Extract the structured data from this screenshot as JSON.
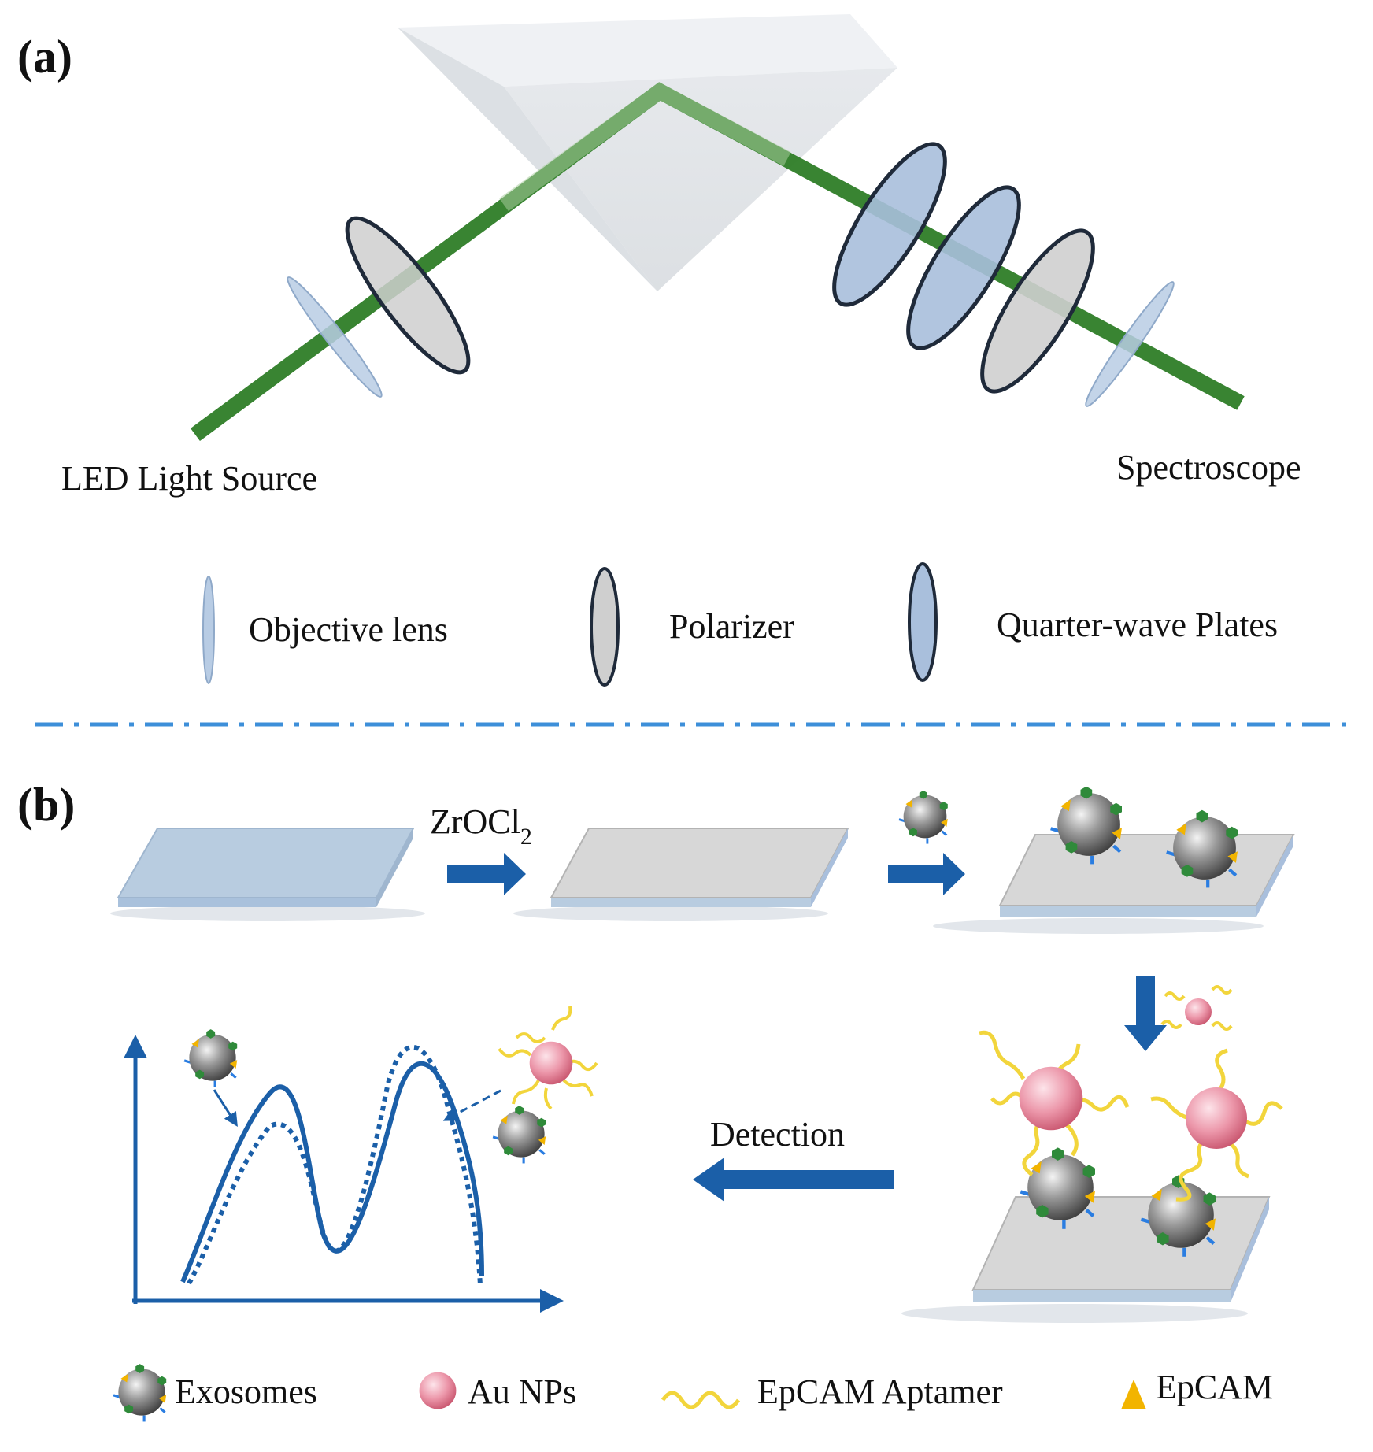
{
  "panel_a": {
    "label": "(a)",
    "source_label": "LED Light Source",
    "detector_label": "Spectroscope",
    "legend": [
      {
        "icon": "objective-lens-icon",
        "label": "Objective lens"
      },
      {
        "icon": "polarizer-icon",
        "label": "Polarizer"
      },
      {
        "icon": "quarter-wave-plate-icon",
        "label": "Quarter-wave Plates"
      }
    ]
  },
  "panel_b": {
    "label": "(b)",
    "reagent_main": "ZrOCl",
    "reagent_sub": "2",
    "detection_label": "Detection",
    "legend": [
      {
        "icon": "exosome-icon",
        "label": "Exosomes"
      },
      {
        "icon": "au-nanoparticle-icon",
        "label": "Au NPs"
      },
      {
        "icon": "aptamer-icon",
        "label": "EpCAM Aptamer"
      },
      {
        "icon": "epcam-icon",
        "label": "EpCAM"
      }
    ]
  },
  "colors": {
    "beam": "#2e7d27",
    "arrow": "#1b5fa8",
    "divider": "#3d8fd9",
    "lens": "#b8cce4",
    "polarizer": "#cfcfcf",
    "substrate": "#b8cce0",
    "coated_substrate": "#d7d7d7",
    "au_np": "#e996a8",
    "aptamer": "#f2d53c",
    "epcam": "#f2b400",
    "marker": "#2f8a3a"
  }
}
